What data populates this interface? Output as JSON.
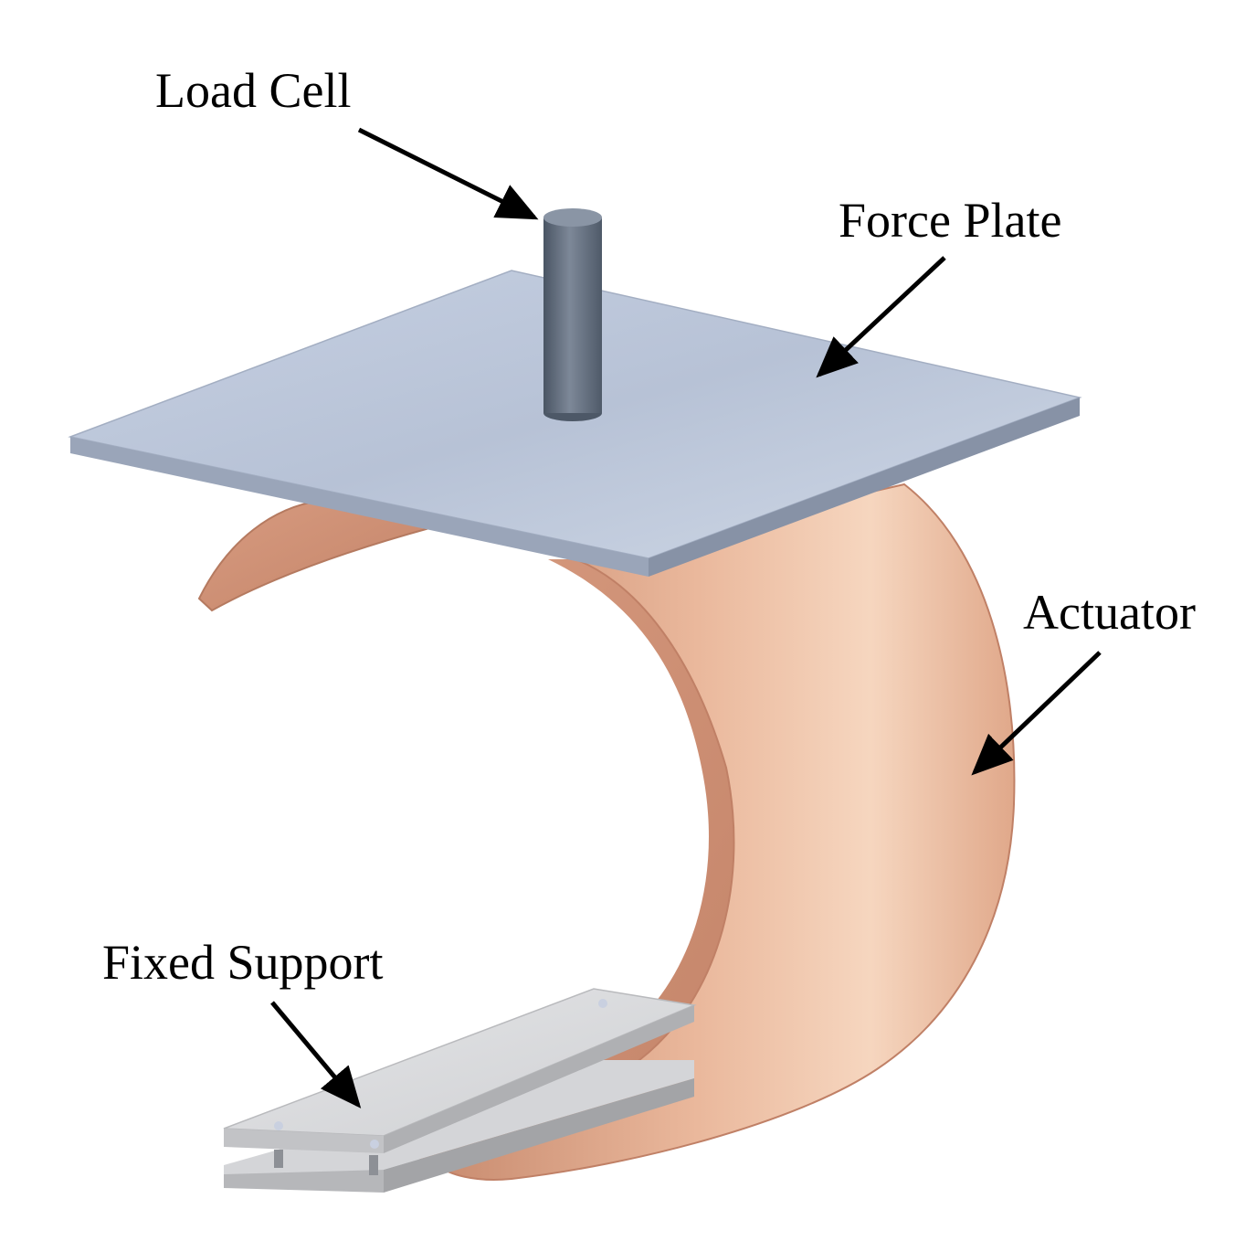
{
  "labels": {
    "load_cell": "Load Cell",
    "force_plate": "Force Plate",
    "actuator": "Actuator",
    "fixed_support": "Fixed Support"
  },
  "colors": {
    "plate": "#b4bfd3",
    "plate_edge": "#8d98ac",
    "load_cell": "#5e6a7a",
    "actuator_light": "#f4d0b6",
    "actuator_mid": "#dca084",
    "actuator_dark": "#c88a6d",
    "support_top": "#d9dadc",
    "support_edge": "#a8a9ac",
    "arrow": "#000000"
  }
}
